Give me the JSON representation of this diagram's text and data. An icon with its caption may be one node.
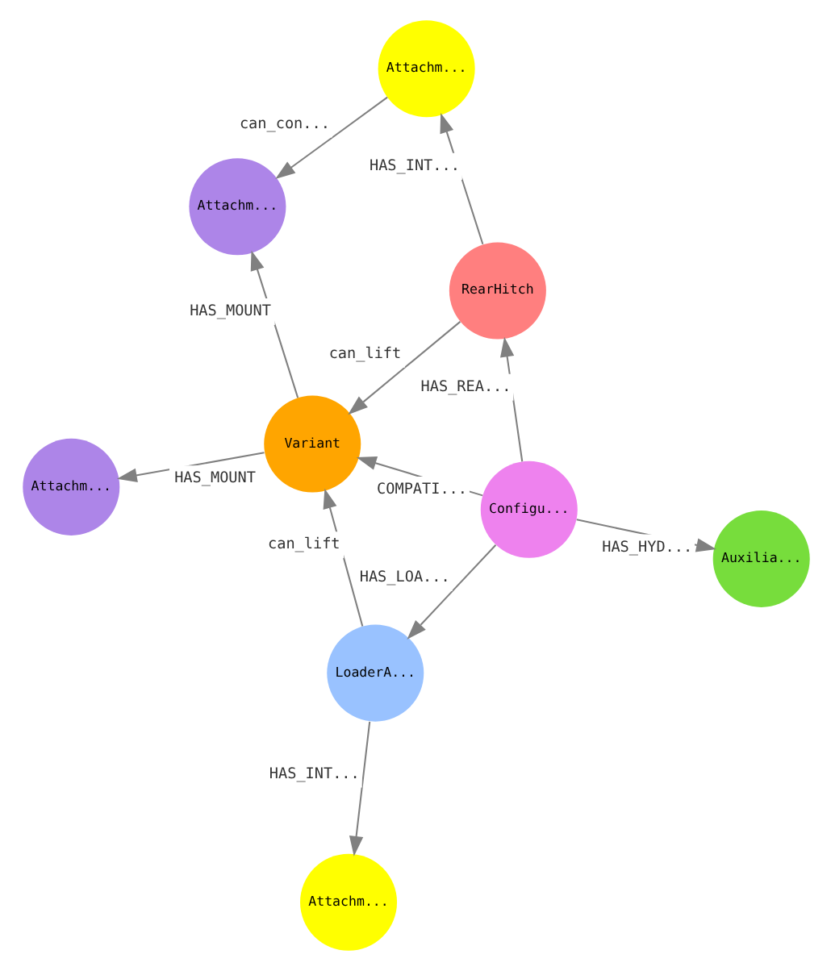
{
  "diagram": {
    "nodes": [
      {
        "text": [
          "Attachm..."
        ]
      },
      {
        "text": [
          "Attachm..."
        ]
      },
      {
        "text": [
          "Attachm..."
        ]
      },
      {
        "text": [
          "Variant"
        ]
      },
      {
        "text": [
          "RearHitch"
        ]
      },
      {
        "text": [
          "Configu..."
        ]
      },
      {
        "text": [
          "LoaderA..."
        ]
      },
      {
        "text": [
          "Auxilia..."
        ]
      },
      {
        "text": [
          "Attachm..."
        ]
      }
    ],
    "edges": [
      {
        "from": 1,
        "to": 0,
        "arrow": "to",
        "label": "can_con..."
      },
      {
        "from": 3,
        "to": 0,
        "arrow": "to",
        "label": "HAS_MOUNT"
      },
      {
        "from": 3,
        "to": 2,
        "arrow": "to",
        "label": "HAS_MOUNT"
      },
      {
        "from": 4,
        "to": 1,
        "arrow": "to",
        "label": "HAS_INT..."
      },
      {
        "from": 4,
        "to": 3,
        "arrow": "to",
        "label": "can_lift"
      },
      {
        "from": 5,
        "to": 4,
        "arrow": "to",
        "label": "HAS_REA..."
      },
      {
        "from": 5,
        "to": 3,
        "arrow": "to",
        "label": "COMPATI..."
      },
      {
        "from": 6,
        "to": 3,
        "arrow": "to",
        "label": "can_lift"
      },
      {
        "from": 5,
        "to": 6,
        "arrow": "to",
        "label": "HAS_LOA..."
      },
      {
        "from": 5,
        "to": 7,
        "arrow": "to",
        "label": "HAS_HYD..."
      },
      {
        "from": 6,
        "to": 8,
        "arrow": "to",
        "label": "HAS_INT..."
      }
    ]
  }
}
